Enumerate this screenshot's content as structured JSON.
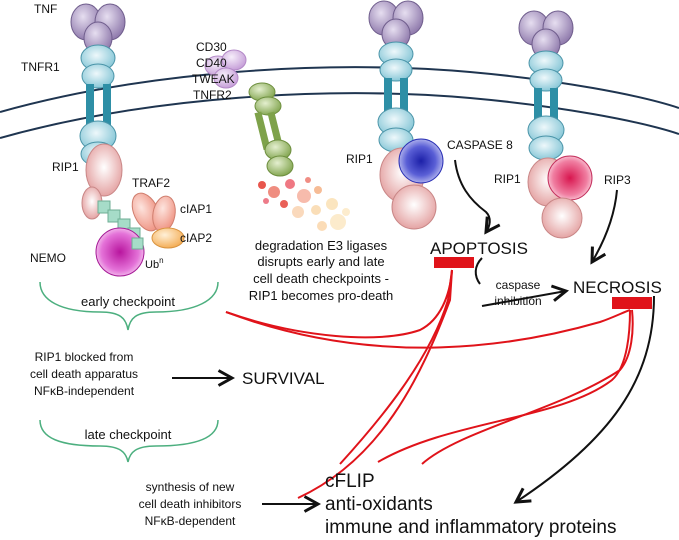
{
  "receptors": {
    "tnf": "TNF",
    "tnfr1": "TNFR1",
    "others": [
      "CD30",
      "CD40",
      "TWEAK",
      "TNFR2"
    ]
  },
  "complex1": {
    "rip1": "RIP1",
    "traf2": "TRAF2",
    "ciap1": "cIAP1",
    "ciap2": "cIAP2",
    "nemo": "NEMO",
    "ub": "Ub",
    "ub_sup": "n"
  },
  "degradation": {
    "lines": [
      "degradation E3 ligases",
      "disrupts early and late",
      "cell death checkpoints -",
      "RIP1 becomes pro-death"
    ]
  },
  "apoptosis_complex": {
    "rip1": "RIP1",
    "caspase8": "CASPASE 8"
  },
  "necrosis_complex": {
    "rip1": "RIP1",
    "rip3": "RIP3"
  },
  "outcomes": {
    "apoptosis": "APOPTOSIS",
    "necrosis": "NECROSIS",
    "survival": "SURVIVAL",
    "caspase_inhibition": [
      "caspase",
      "inhibition"
    ]
  },
  "checkpoints": {
    "early": "early checkpoint",
    "late": "late checkpoint",
    "early_desc": [
      "RIP1 blocked from",
      "cell death apparatus",
      "NFκB-independent"
    ],
    "late_desc": [
      "synthesis of new",
      "cell death inhibitors",
      "NFκB-dependent"
    ]
  },
  "inhibitors": {
    "items": [
      "cFLIP",
      "anti-oxidants",
      "immune and inflammatory proteins"
    ]
  },
  "colors": {
    "membrane": "#1f3550",
    "receptor_teal": "#2e8fa6",
    "tnf_purple": "#9a86b4",
    "caspase_blue": "#2b31b5",
    "rip_pink": "#e8a6a6",
    "rip3_magenta": "#e23a6b",
    "nemo_magenta": "#c32bbd",
    "inhibit_red": "#e0131a",
    "bracket_green": "#4caf7f"
  }
}
